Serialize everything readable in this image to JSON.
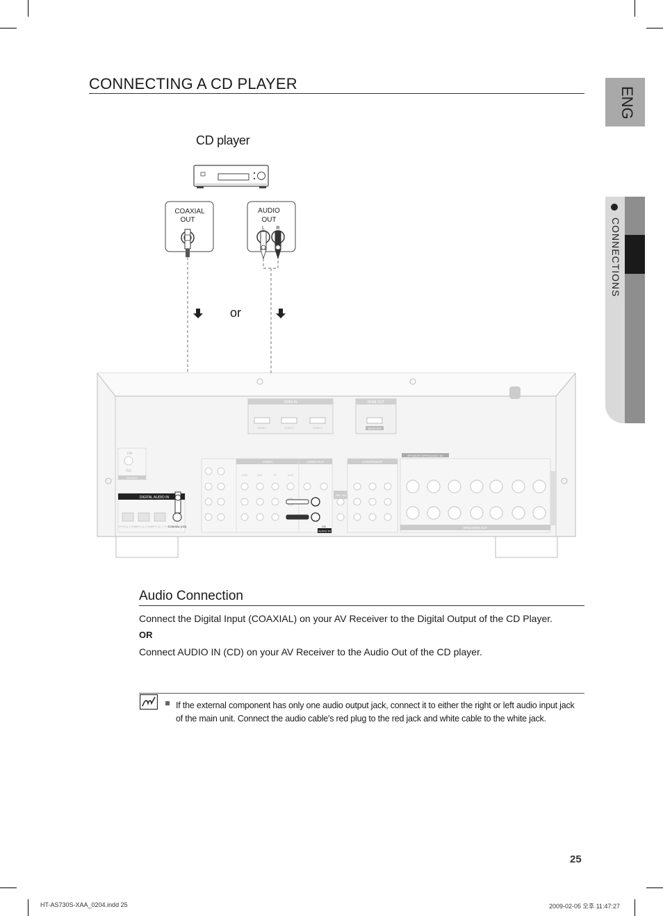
{
  "page": {
    "title": "CONNECTING A CD PLAYER",
    "language_tab": "ENG",
    "section_tab": "CONNECTIONS",
    "page_number": "25"
  },
  "diagram": {
    "device_label": "CD player",
    "coaxial_box": {
      "line1": "COAXIAL",
      "line2": "OUT"
    },
    "audio_box": {
      "line1": "AUDIO",
      "line2": "OUT",
      "left": "L",
      "right": "R"
    },
    "or_label": "or",
    "receiver": {
      "hdmi_in": "HDMI IN",
      "hdmi_out": "HDMI OUT",
      "hdmi_ports": [
        "HDMI 1",
        "HDMI 2",
        "HDMI 3"
      ],
      "hdmi_out_port": "MONITOR",
      "fm_label": "FM",
      "fm_ohm": "75Ω",
      "fm_unit": "FM ANT",
      "digital_audio_in": "DIGITAL AUDIO IN",
      "optical_labels": [
        "OPTICAL 1 (DVD)",
        "OPTICAL 2 (SAT)",
        "OPTICAL 3 (TV)"
      ],
      "coaxial_label": "COAXIAL (CD)",
      "video_label": "VIDEO",
      "video_out_label": "VIDEO OUT",
      "component_label": "COMPONENT",
      "sw_out": "SW OUT",
      "audio_in": "AUDIO IN",
      "cd_label": "CD",
      "speaker_impedance": "SPEAKER IMPEDANCE: 6Ω",
      "speakers_out": "SPEAKERS OUT",
      "video_inputs": [
        "DVD",
        "SAT",
        "TV",
        "VCR"
      ]
    }
  },
  "section": {
    "heading": "Audio Connection",
    "para1": "Connect the Digital Input (COAXIAL) on your AV Receiver to the Digital Output of the CD Player.",
    "or": "OR",
    "para2": "Connect AUDIO IN (CD) on your AV Receiver to the Audio Out of the CD player."
  },
  "note": {
    "icon": "note-pencil-icon",
    "text": "If the external component has only one audio output jack, connect it to either the right or left audio input jack of the main unit. Connect the audio cable's red plug to the red jack and white cable to the white jack."
  },
  "footer": {
    "left": "HT-AS730S-XAA_0204.indd   25",
    "right": "2009-02-05   오후 11:47:27"
  },
  "colors": {
    "text": "#1a1a1a",
    "tab_gray": "#a9a9a9",
    "tab_light": "#d9d9d9",
    "tab_mid": "#8e8e8e",
    "line_art": "#444444"
  }
}
